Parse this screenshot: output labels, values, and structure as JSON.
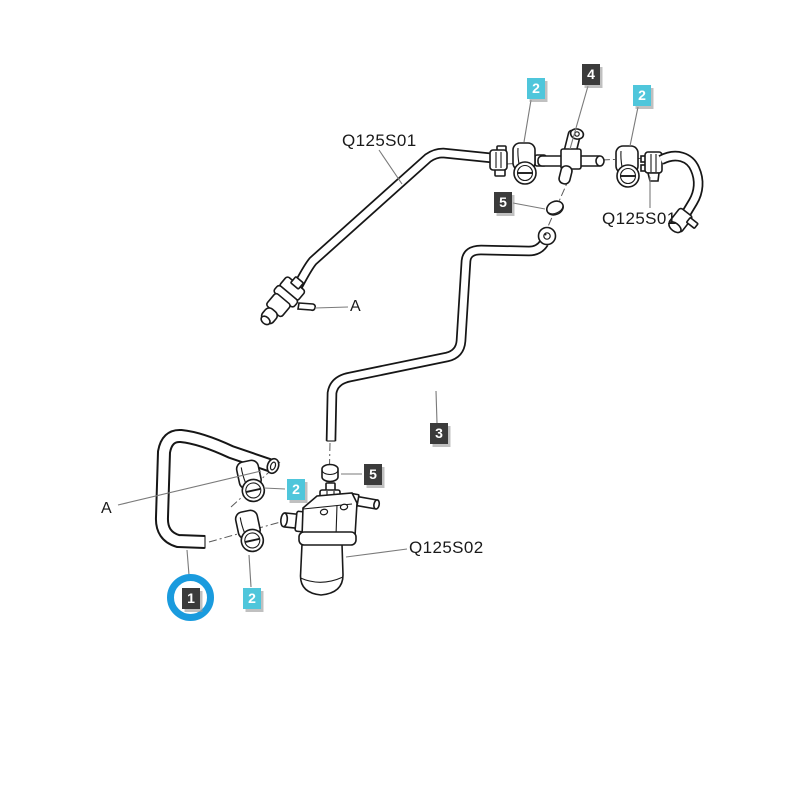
{
  "diagram": {
    "type": "exploded-parts-diagram",
    "part_labels": [
      {
        "text": "Q125S01",
        "position": "top-left-hose"
      },
      {
        "text": "Q125S01",
        "position": "top-right-hose"
      },
      {
        "text": "Q125S02",
        "position": "fuel-filter"
      }
    ],
    "ref_labels": [
      {
        "text": "A",
        "position": "top-connector"
      },
      {
        "text": "A",
        "position": "lower-hose"
      }
    ],
    "callouts": [
      {
        "number": "2",
        "style": "cyan"
      },
      {
        "number": "4",
        "style": "dark"
      },
      {
        "number": "2",
        "style": "cyan"
      },
      {
        "number": "5",
        "style": "dark"
      },
      {
        "number": "3",
        "style": "dark"
      },
      {
        "number": "5",
        "style": "dark"
      },
      {
        "number": "2",
        "style": "cyan"
      },
      {
        "number": "2",
        "style": "cyan"
      },
      {
        "number": "1",
        "style": "dark",
        "highlighted": true
      }
    ],
    "highlighted_callout": "1",
    "colors": {
      "callout_cyan": "#4FC6DB",
      "callout_dark": "#3B3B3B",
      "callout_text": "#FFFFFF",
      "highlight_ring": "#1A9BDE",
      "line_art": "#1A1A1A",
      "background": "#FFFFFF"
    }
  }
}
